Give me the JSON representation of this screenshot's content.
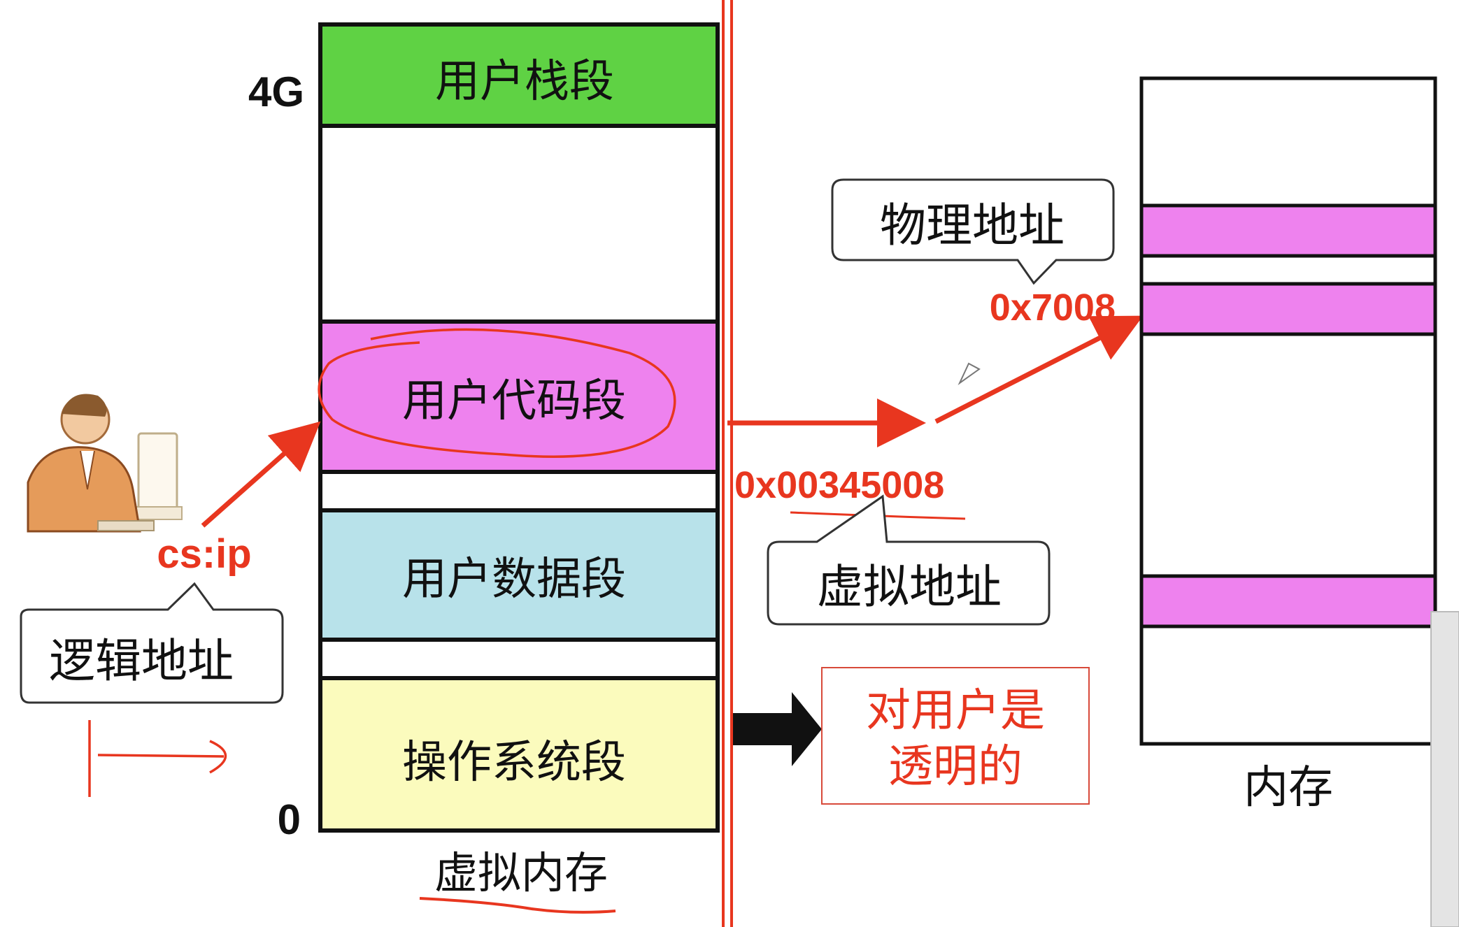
{
  "virtual_memory": {
    "label_4g": "4G",
    "label_0": "0",
    "segments": [
      {
        "label": "用户栈段",
        "color": "#5fd244"
      },
      {
        "label": "",
        "color": "#ffffff"
      },
      {
        "label": "用户代码段",
        "color": "#ee82ee"
      },
      {
        "label": "",
        "color": "#ffffff"
      },
      {
        "label": "用户数据段",
        "color": "#b8e2ea"
      },
      {
        "label": "",
        "color": "#ffffff"
      },
      {
        "label": "操作系统段",
        "color": "#fbfbbd"
      }
    ],
    "caption": "虚拟内存"
  },
  "left": {
    "cs_ip": "cs:ip",
    "logical_address": "逻辑地址"
  },
  "middle": {
    "virtual_addr_value": "0x00345008",
    "virtual_addr_label": "虚拟地址",
    "physical_addr_value": "0x7008",
    "physical_addr_label": "物理地址",
    "transparent_line1": "对用户是",
    "transparent_line2": "透明的"
  },
  "physical_memory": {
    "caption": "内存",
    "colors": {
      "used": "#ee82ee",
      "free": "#ffffff"
    }
  },
  "colors": {
    "accent_red": "#e8361f",
    "border": "#111111"
  }
}
